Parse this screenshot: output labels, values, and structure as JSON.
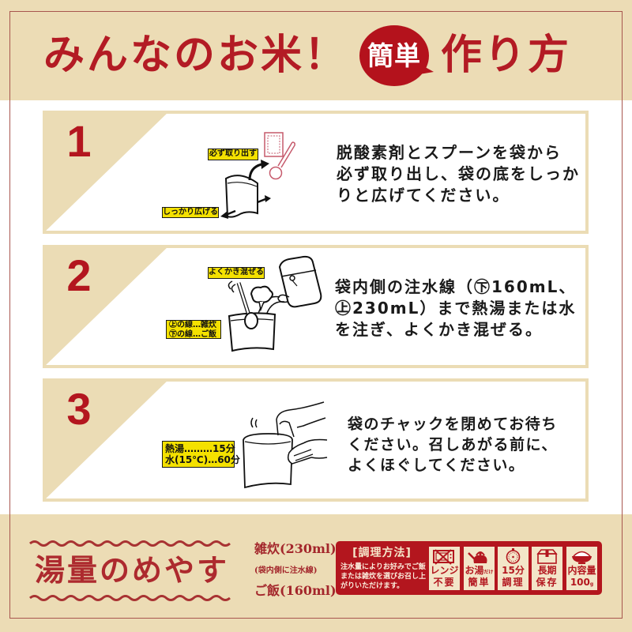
{
  "title": {
    "main": "みんなのお米！",
    "badge": "簡単",
    "suffix": "作り方"
  },
  "steps": [
    {
      "number": "1",
      "labels": {
        "remove": "必ず取り出す",
        "spread": "しっかり広げる"
      },
      "text_lines": [
        "脱酸素剤とスプーンを袋から",
        "必ず取り出し、袋の底をしっか",
        "りと広げてください。"
      ]
    },
    {
      "number": "2",
      "labels": {
        "stir": "よくかき混ぜる",
        "upper_line": "㊤の線…雑炊",
        "lower_line": "㊦の線…ご飯"
      },
      "text_lines": [
        "袋内側の注水線（㊦160mL、",
        "㊤230mL）まで熱湯または水",
        "を注ぎ、よくかき混ぜる。"
      ]
    },
    {
      "number": "3",
      "labels": {
        "hot_water": "熱湯………15分",
        "cold_water": "水(15℃)…60分"
      },
      "text_lines": [
        "袋のチャックを閉めてお待ち",
        "ください。召しあがる前に、",
        "よくほぐしてください。"
      ]
    }
  ],
  "water_guide": {
    "title": "湯量のめやす",
    "zosui": "雑炊(230ml)",
    "note": "(袋内側に注水線)",
    "gohan": "ご飯(160ml)"
  },
  "cooking_method": {
    "heading": "[調理方法]",
    "description": [
      "注水量によりお好みでご飯",
      "または雑炊を選びお召し上",
      "がりいただけます。"
    ]
  },
  "features": [
    {
      "icon": "no-microwave-icon",
      "line1": "レンジ",
      "line2": "不要"
    },
    {
      "icon": "kettle-icon",
      "line1": "お湯",
      "line1_small": "だけ",
      "line2": "簡単"
    },
    {
      "icon": "timer-icon",
      "line1": "15分",
      "line2": "調理"
    },
    {
      "icon": "storage-box-icon",
      "line1": "長期",
      "line2": "保存"
    },
    {
      "icon": "rice-bowl-icon",
      "line1": "内容量",
      "line2": "100",
      "line2_small": "g"
    }
  ],
  "colors": {
    "accent_red": "#b3161e",
    "title_red": "#b31b24",
    "beige": "#ecdcb5",
    "label_yellow": "#f4e100",
    "frame": "#a8564f",
    "feature_box": "#f3e5c8"
  }
}
